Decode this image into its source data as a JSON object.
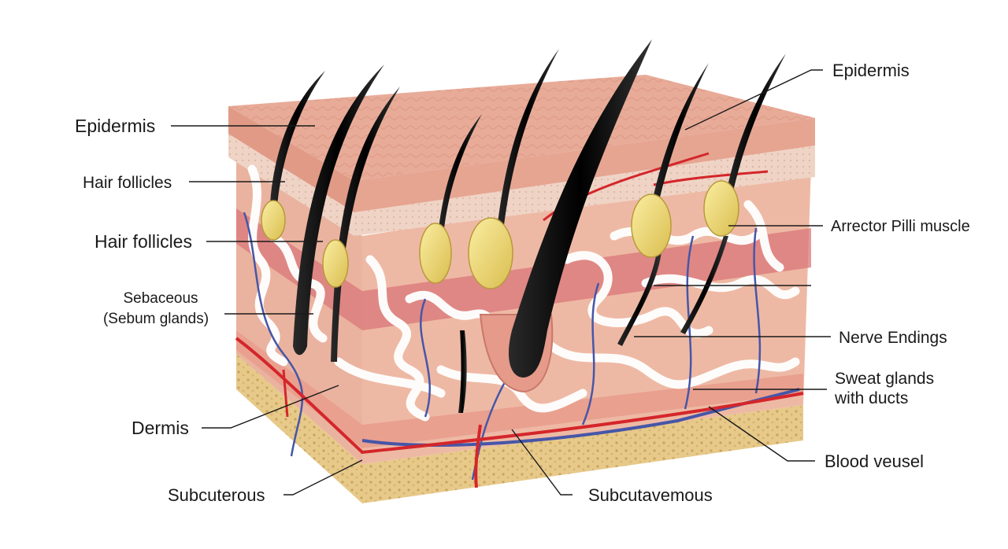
{
  "labels": {
    "epidermis_left": "Epidermis",
    "hair_follicles_1": "Hair follicles",
    "hair_follicles_2": "Hair follicles",
    "sebaceous_line1": "Sebaceous",
    "sebaceous_line2": "(Sebum glands)",
    "dermis": "Dermis",
    "subcuterous": "Subcuterous",
    "subcutavemous": "Subcutavemous",
    "epidermis_right": "Epidermis",
    "arrector_pili": "Arrector Pilli muscle",
    "nerve_endings": "Nerve Endings",
    "sweat_glands_line1": "Sweat glands",
    "sweat_glands_line2": "with ducts",
    "blood_vessel": "Blood veusel"
  },
  "colors": {
    "epidermis": "#e7a996",
    "epidermis_top": "#f0bba8",
    "stratum": "#efd3c4",
    "dermis_upper": "#efc2ab",
    "dermis_red": "#d9777a",
    "dermis_lower": "#e9a995",
    "subcutaneous": "#e6c98a",
    "hair": "#111111",
    "gland": "#f1dc7a",
    "artery": "#d4262b",
    "vein": "#4656a8",
    "sweat_coil": "#ffffff"
  }
}
